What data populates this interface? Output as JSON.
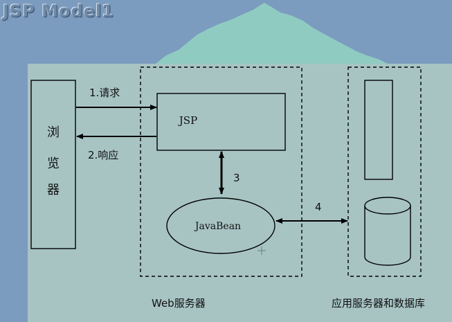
{
  "title": "JSP Model1",
  "browser": {
    "label": "浏览器",
    "chars": [
      "浏",
      "览",
      "器"
    ]
  },
  "jsp": {
    "label": "JSP"
  },
  "javabean": {
    "label": "JavaBean"
  },
  "arrows": {
    "request": "1.请求",
    "response": "2.响应",
    "step3": "3",
    "step4": "4"
  },
  "web_server": {
    "label": "Web服务器"
  },
  "app_server": {
    "label": "应用服务器和数据库"
  },
  "colors": {
    "header_bg": "#7b9bbf",
    "panel_bg": "#a7c4c3",
    "mountain": "#8fcbc1",
    "ink": "#000000"
  }
}
